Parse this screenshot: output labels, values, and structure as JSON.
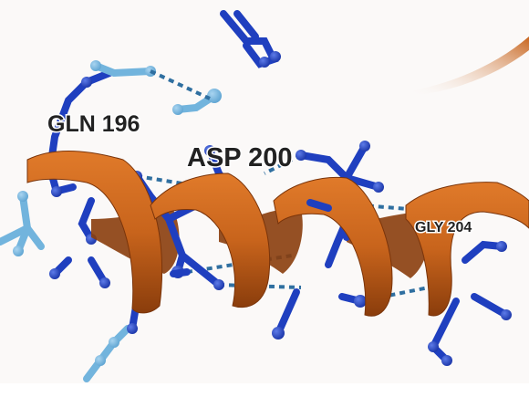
{
  "viewer": {
    "labels": {
      "gln": "GLN 196",
      "asp": "ASP 200",
      "gly": "GLY 204"
    },
    "colors": {
      "ribbon": "#c8641c",
      "ribbon_dark": "#8a3d0c",
      "ribbon_light": "#e07a2a",
      "sidechain": "#1f3fbf",
      "ligand": "#72b4dd",
      "hbond": "#2f6fa0",
      "background": "#fbf9f8"
    }
  }
}
